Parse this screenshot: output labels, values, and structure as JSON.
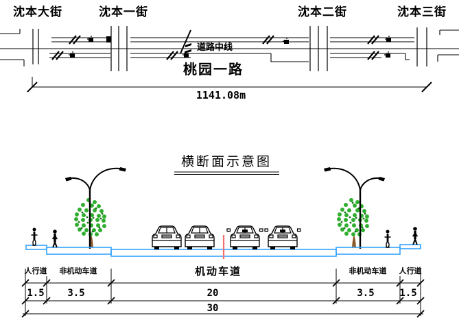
{
  "plan": {
    "streets": [
      {
        "label": "沈本大街"
      },
      {
        "label": "沈本一街"
      },
      {
        "label": "沈本二街"
      },
      {
        "label": "沈本三街"
      }
    ],
    "centerline_label": "道路中线",
    "road_name": "桃园一路",
    "total_length": "1141.08m"
  },
  "section": {
    "title": "横断面示意图",
    "lanes": [
      {
        "name": "人行道",
        "width": "1.5"
      },
      {
        "name": "非机动车道",
        "width": "3.5"
      },
      {
        "name": "机动车道",
        "width": "20"
      },
      {
        "name": "非机动车道",
        "width": "3.5"
      },
      {
        "name": "人行道",
        "width": "1.5"
      }
    ],
    "total_width": "30"
  },
  "icons": {
    "tree": "tree-icon",
    "street_lamp": "street-lamp-icon",
    "car": "car-icon",
    "pedestrian": "pedestrian-icon",
    "cyclist": "cyclist-icon",
    "break_mark": "break-mark-icon",
    "survey_marker": "survey-marker-icon"
  },
  "colors": {
    "curb_blue": "#35a2ff",
    "centerline_red": "#f07070",
    "tree_green": "#2fae2f",
    "tree_green_dark": "#156f15",
    "trunk_brown": "#8a5a2b",
    "ink": "#000000"
  }
}
